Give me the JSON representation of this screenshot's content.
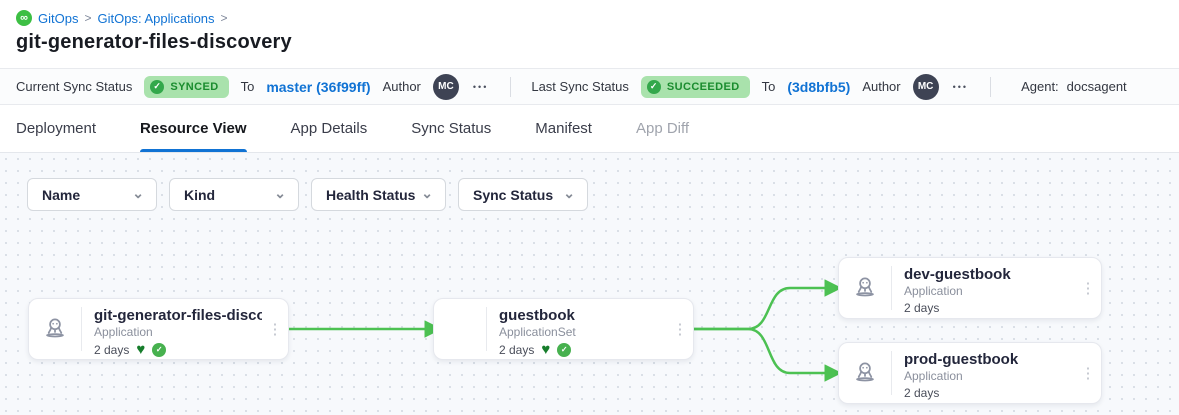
{
  "header": {
    "breadcrumb": [
      {
        "label": "GitOps"
      },
      {
        "label": "GitOps: Applications"
      }
    ],
    "separator": ">",
    "title": "git-generator-files-discovery"
  },
  "status_bar": {
    "current_sync": {
      "label": "Current Sync Status",
      "badge": "SYNCED",
      "to_label": "To",
      "revision": "master (36f99ff)",
      "author_label": "Author",
      "author_initials": "MC"
    },
    "last_sync": {
      "label": "Last Sync Status",
      "badge": "SUCCEEDED",
      "to_label": "To",
      "revision": "(3d8bfb5)",
      "author_label": "Author",
      "author_initials": "MC"
    },
    "agent_label": "Agent:",
    "agent_value": "docsagent"
  },
  "tabs": [
    {
      "label": "Deployment"
    },
    {
      "label": "Resource View",
      "active": true
    },
    {
      "label": "App Details"
    },
    {
      "label": "Sync Status"
    },
    {
      "label": "Manifest"
    },
    {
      "label": "App Diff",
      "disabled": true
    }
  ],
  "filters": [
    {
      "label": "Name"
    },
    {
      "label": "Kind"
    },
    {
      "label": "Health Status"
    },
    {
      "label": "Sync Status"
    }
  ],
  "graph": {
    "nodes": [
      {
        "title": "git-generator-files-disco...",
        "kind": "Application",
        "age": "2 days",
        "healthy": true,
        "synced": true
      },
      {
        "title": "guestbook",
        "kind": "ApplicationSet",
        "age": "2 days",
        "healthy": true,
        "synced": true
      },
      {
        "title": "dev-guestbook",
        "kind": "Application",
        "age": "2 days"
      },
      {
        "title": "prod-guestbook",
        "kind": "Application",
        "age": "2 days"
      }
    ]
  },
  "icons": {
    "infinity": "∞",
    "check": "✓",
    "heart": "♥",
    "chevron_down": "⌄",
    "kebab_horizontal": "•••",
    "kebab_vertical": "⋮"
  },
  "colors": {
    "accent_blue": "#1173d4",
    "edge_green": "#4cc152",
    "badge_bg": "#a9e2ac",
    "badge_text": "#1a8c2e",
    "health_green": "#177d2c",
    "logo_green": "#3dbf44"
  }
}
